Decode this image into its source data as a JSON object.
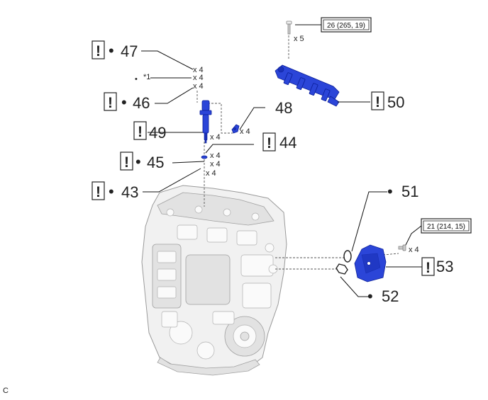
{
  "parts": {
    "p47": "47",
    "p46": "46",
    "p49": "49",
    "p45": "45",
    "p43": "43",
    "p44": "44",
    "p48": "48",
    "p50": "50",
    "p51": "51",
    "p52": "52",
    "p53": "53"
  },
  "warning_mark": "!",
  "bullet": "•",
  "note_star": "*1",
  "quantities": {
    "x4": "x 4",
    "x5": "x 5"
  },
  "torques": {
    "t26": "26 (265, 19)",
    "t21": "21 (214, 15)"
  },
  "corner_code": "C"
}
